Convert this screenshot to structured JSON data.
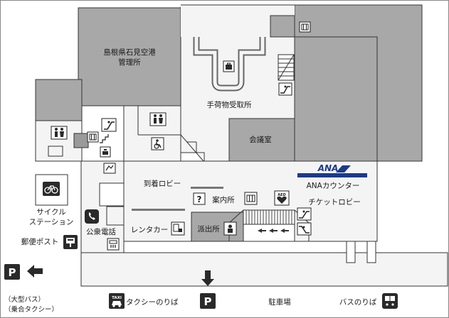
{
  "colors": {
    "building": "#a8a8a8",
    "building_dark": "#9a9a9a",
    "floor": "#f2f2f2",
    "outline": "#333333",
    "ana_blue": "#1b3a8a",
    "icon_dark": "#2a2a2a"
  },
  "rooms": {
    "admin_office_line1": "島根県石見空港",
    "admin_office_line2": "管理所",
    "baggage_claim": "手荷物受取所",
    "meeting_room": "会議室",
    "arrival_lobby": "到着ロビー",
    "ana_logo": "ANA",
    "ana_counter": "ANAカウンター",
    "ticket_lobby": "チケットロビー",
    "information": "案内所",
    "rental_car": "レンタカー",
    "police_box": "派出所",
    "cycle_station_line1": "サイクル",
    "cycle_station_line2": "ステーション",
    "public_phone": "公衆電話",
    "post_box": "郵便ポスト"
  },
  "outside": {
    "bus_note_line1": "（大型バス）",
    "bus_note_line2": "（乗合タクシー）",
    "taxi_icon_text": "TAXI",
    "taxi_stand": "タクシーのりば",
    "parking_symbol": "P",
    "bicycle_parking": "駐車場",
    "bus_stop": "バスのりば",
    "aed_text": "AED",
    "info_symbol": "?"
  },
  "icons": [
    "toilet-icon",
    "wheelchair-icon",
    "escalator-icon",
    "elevator-icon",
    "baggage-icon",
    "locker-icon",
    "bicycle-icon",
    "phone-icon",
    "post-icon",
    "aed-icon",
    "parking-icon",
    "taxi-icon",
    "bus-icon",
    "arrow-left-icon",
    "arrow-down-icon",
    "atm-icon",
    "nursing-icon"
  ]
}
